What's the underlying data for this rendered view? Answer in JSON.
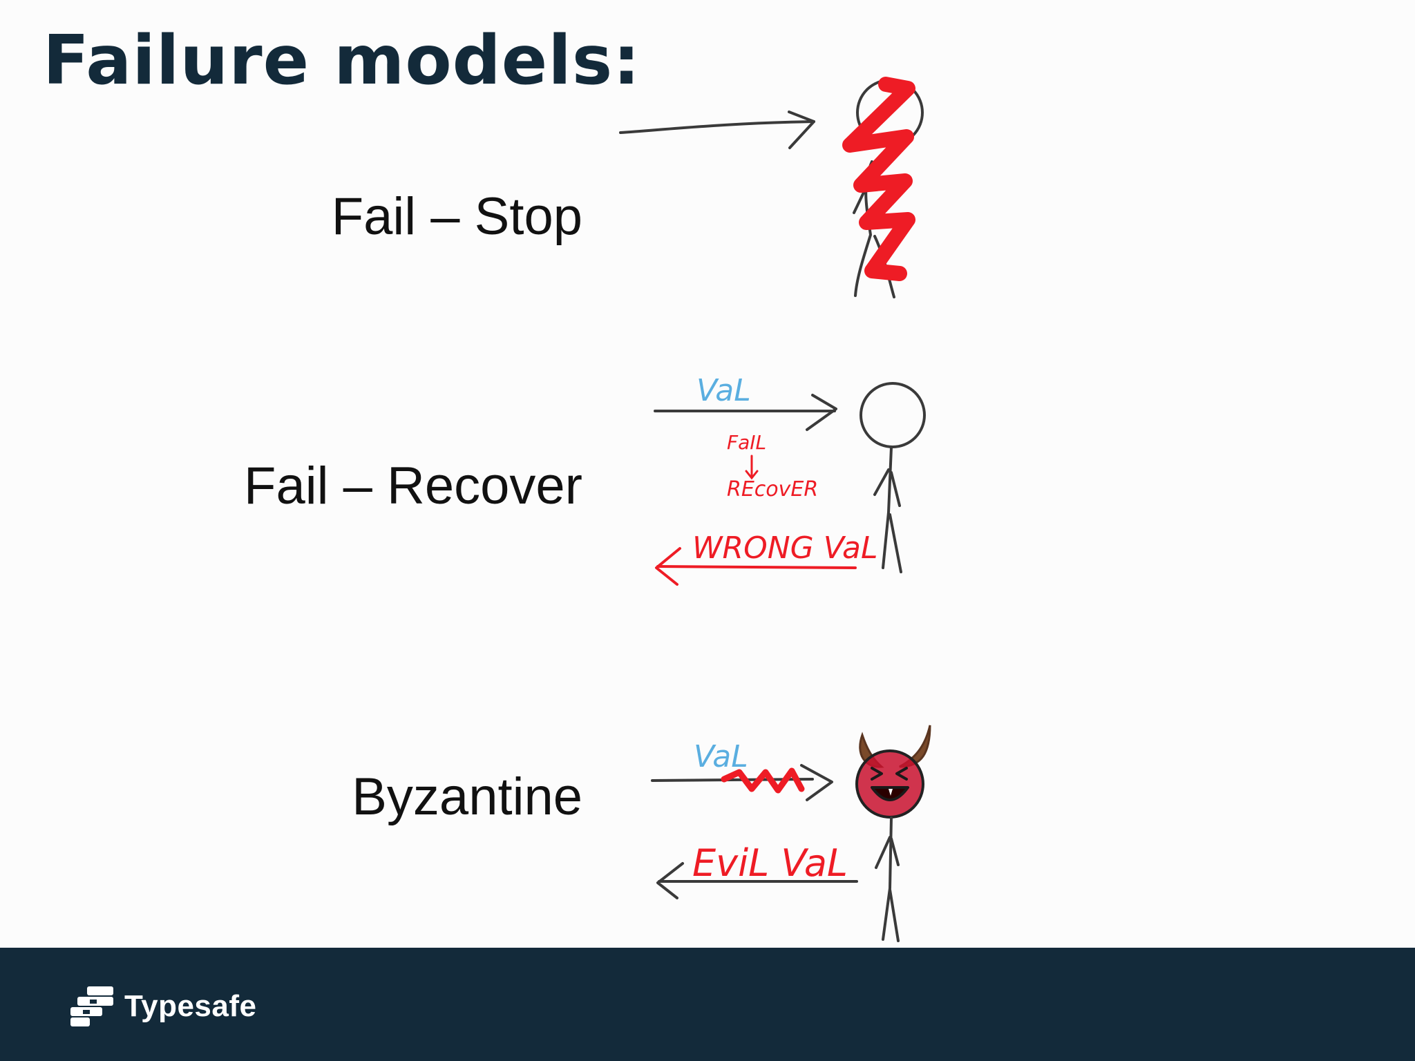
{
  "slide": {
    "title": "Failure models:",
    "models": [
      {
        "label": "Fail – Stop"
      },
      {
        "label": "Fail – Recover"
      },
      {
        "label": "Byzantine"
      }
    ]
  },
  "drawings": {
    "fail_recover": {
      "request": "VaL",
      "note_fail": "FaIL",
      "note_recover": "REcovER",
      "response": "WRONG VaL"
    },
    "byzantine": {
      "request": "VaL",
      "response": "EviL VaL"
    }
  },
  "footer": {
    "brand": "Typesafe"
  },
  "colors": {
    "title": "#132a3a",
    "footer_bg": "#132a3a",
    "annotation_red": "#ee1c25",
    "annotation_blue": "#5aaee0",
    "devil_face": "#c8102e",
    "horns": "#7a4a2a"
  }
}
